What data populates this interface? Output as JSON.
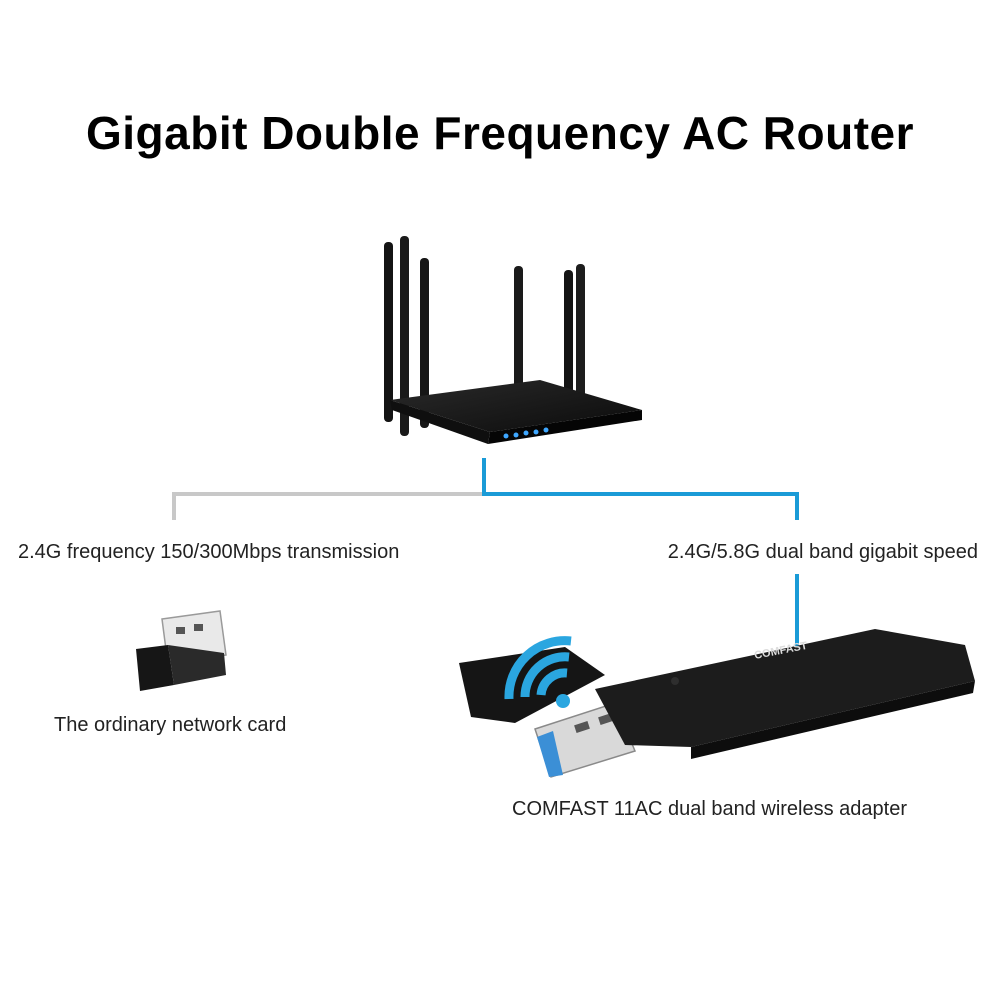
{
  "title": "Gigabit Double Frequency AC Router",
  "labels": {
    "left_band": "2.4G frequency 150/300Mbps transmission",
    "right_band": "2.4G/5.8G dual band gigabit speed",
    "ordinary_card": "The ordinary network card",
    "comfast_adapter": "COMFAST 11AC dual band wireless adapter"
  },
  "brand": "COMFAST",
  "colors": {
    "blue_line": "#1a9bd7",
    "gray_line": "#c8c8c8",
    "device_black": "#1b1b1b",
    "wifi_blue": "#2aa6e0",
    "usb_blue": "#3b8fd6"
  },
  "icons": [
    "router-image",
    "wifi-signal-icon",
    "usb-connector-icon"
  ]
}
